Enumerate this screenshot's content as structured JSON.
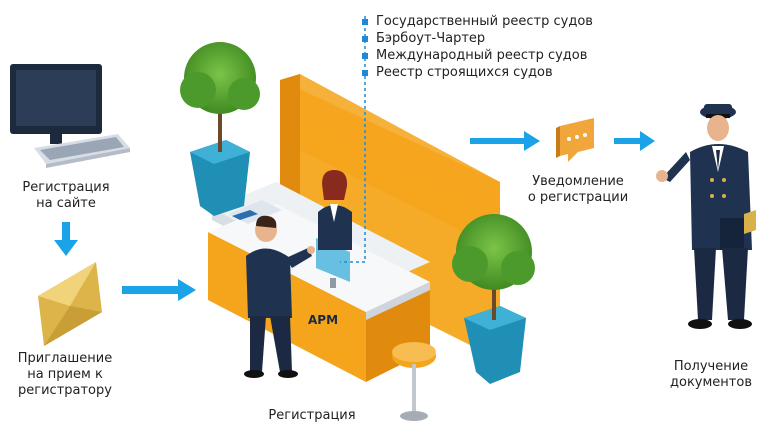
{
  "registries": [
    "Государственный реестр судов",
    "Бэрбоут-Чартер",
    "Международный реестр судов",
    "Реестр строящихся судов"
  ],
  "steps": {
    "site_registration": [
      "Регистрация",
      "на сайте"
    ],
    "invitation": [
      "Приглашение",
      "на прием к",
      "регистратору"
    ],
    "registration": "Регистрация",
    "notification": [
      "Уведомление",
      "о регистрации"
    ],
    "receive_docs": [
      "Получение",
      "документов"
    ]
  },
  "desk_sign": "АРМ",
  "icons": [
    "computer-icon",
    "envelope-icon",
    "chat-notification-icon",
    "captain-icon",
    "reception-desk-icon",
    "plant-icon",
    "arrow-icon"
  ],
  "colors": {
    "arrow": "#1aa3e8",
    "desk_orange": "#f4a51c",
    "desk_orange_dark": "#e08a0e",
    "plant_pot": "#1f8fb5",
    "plant_leaves": "#5aa332",
    "captain_uniform": "#1f3350",
    "envelope": "#e6c35a"
  }
}
